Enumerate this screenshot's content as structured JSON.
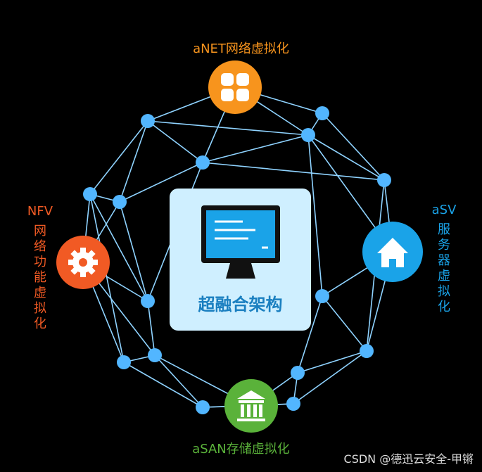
{
  "title": "超融合架构",
  "modules": {
    "anet": {
      "label": "aNET网络虚拟化",
      "color": "#f7941d",
      "icon": "grid-icon"
    },
    "asv": {
      "label": "aSV",
      "sub": "服务器虚拟化",
      "color": "#1aa3e8",
      "icon": "home-icon"
    },
    "asan": {
      "label": "aSAN存储虚拟化",
      "color": "#5ab23a",
      "icon": "bank-icon"
    },
    "nfv": {
      "label": "NFV",
      "sub": "网络功能虚拟化",
      "color": "#f15a24",
      "icon": "gear-icon"
    }
  },
  "colors": {
    "link": "#8fd3ff",
    "node": "#52b6ff",
    "background": "#000000",
    "center": "#cfefff",
    "screen": "#1aa3e8"
  },
  "watermark": "CSDN @德迅云安全-甲锵"
}
